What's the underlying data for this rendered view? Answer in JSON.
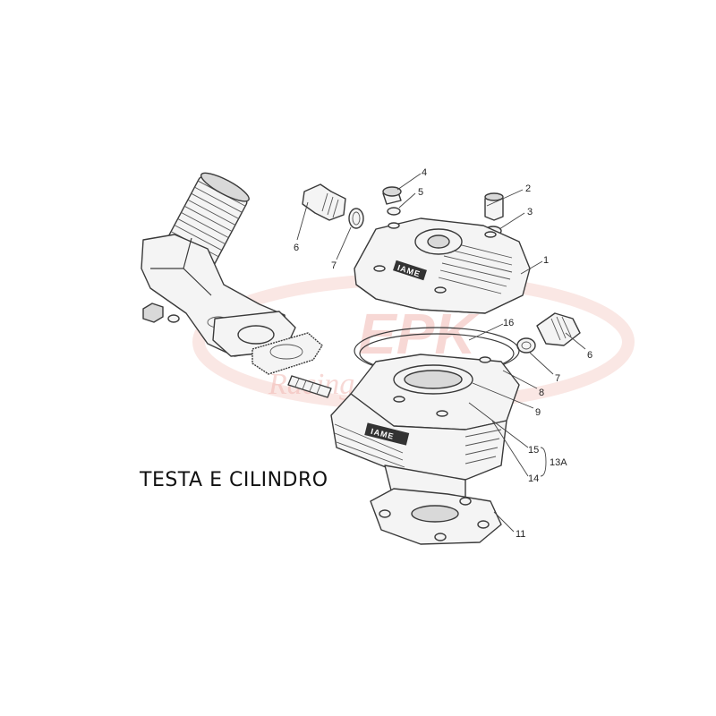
{
  "title": "TESTA E CILINDRO",
  "watermark": {
    "logo_text": "EPK",
    "script_text": "Racing",
    "color": "#f1b9b4"
  },
  "brand_stamp": "IAME",
  "callouts": [
    {
      "id": "c1",
      "label": "1"
    },
    {
      "id": "c2",
      "label": "2"
    },
    {
      "id": "c3",
      "label": "3"
    },
    {
      "id": "c4",
      "label": "4"
    },
    {
      "id": "c5",
      "label": "5"
    },
    {
      "id": "c6a",
      "label": "6"
    },
    {
      "id": "c6b",
      "label": "6"
    },
    {
      "id": "c7a",
      "label": "7"
    },
    {
      "id": "c7b",
      "label": "7"
    },
    {
      "id": "c8",
      "label": "8"
    },
    {
      "id": "c9",
      "label": "9"
    },
    {
      "id": "c11",
      "label": "11"
    },
    {
      "id": "c13a",
      "label": "13A"
    },
    {
      "id": "c14",
      "label": "14"
    },
    {
      "id": "c15",
      "label": "15"
    },
    {
      "id": "c16",
      "label": "16"
    }
  ]
}
